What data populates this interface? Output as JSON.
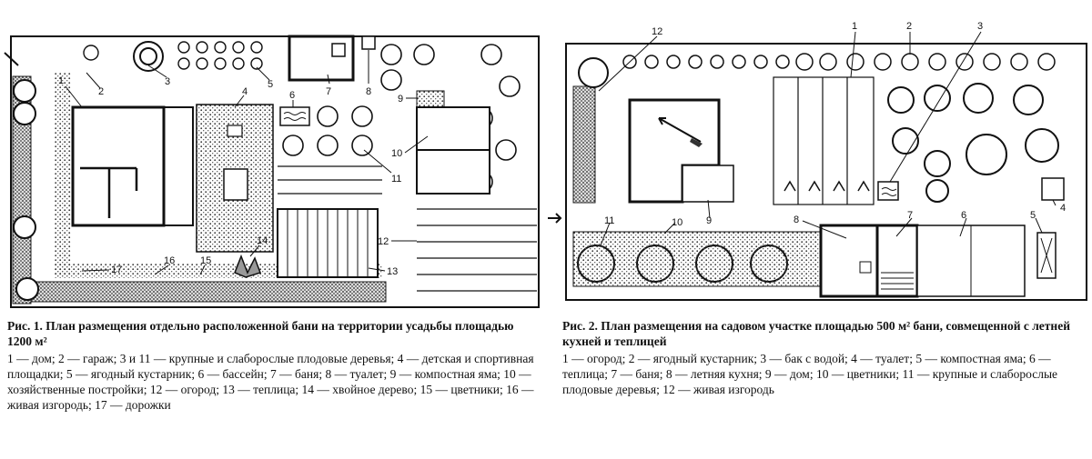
{
  "figure1": {
    "caption_title": "Рис. 1. План размещения отдельно расположенной бани на территории усадьбы площадью 1200 м²",
    "legend_text": "1 — дом; 2 — гараж; 3 и 11 — крупные и слаборослые плодовые деревья; 4 — детская и спортивная площадки; 5 — ягодный кустарник; 6 — бассейн; 7 — баня; 8 — туалет; 9 — компостная яма; 10 — хозяйственные постройки; 12 — огород; 13 — теплица; 14 — хвойное дерево; 15 — цветники; 16 — живая изгородь; 17 — дорожки",
    "labels": [
      "1",
      "2",
      "3",
      "4",
      "5",
      "6",
      "7",
      "8",
      "9",
      "10",
      "11",
      "12",
      "13",
      "14",
      "15",
      "16",
      "17"
    ]
  },
  "figure2": {
    "caption_title": "Рис. 2. План размещения на садовом участке площадью 500 м² бани, совмещенной с летней кухней и теплицей",
    "legend_text": "1 — огород; 2 — ягодный кустарник; 3 — бак с водой; 4 — туалет; 5 — компостная яма; 6 — теплица; 7 — баня; 8 — летняя кухня; 9 — дом; 10 — цветники; 11 — крупные и слаборослые плодовые деревья; 12 — живая изгородь",
    "labels": [
      "1",
      "2",
      "3",
      "4",
      "5",
      "6",
      "7",
      "8",
      "9",
      "10",
      "11",
      "12"
    ]
  }
}
